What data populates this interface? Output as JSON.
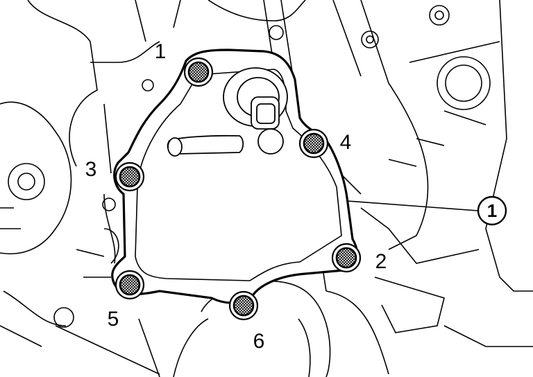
{
  "labels": {
    "bolt_1": "1",
    "bolt_2": "2",
    "bolt_3": "3",
    "bolt_4": "4",
    "bolt_5": "5",
    "bolt_6": "6",
    "callout_1": "1"
  }
}
